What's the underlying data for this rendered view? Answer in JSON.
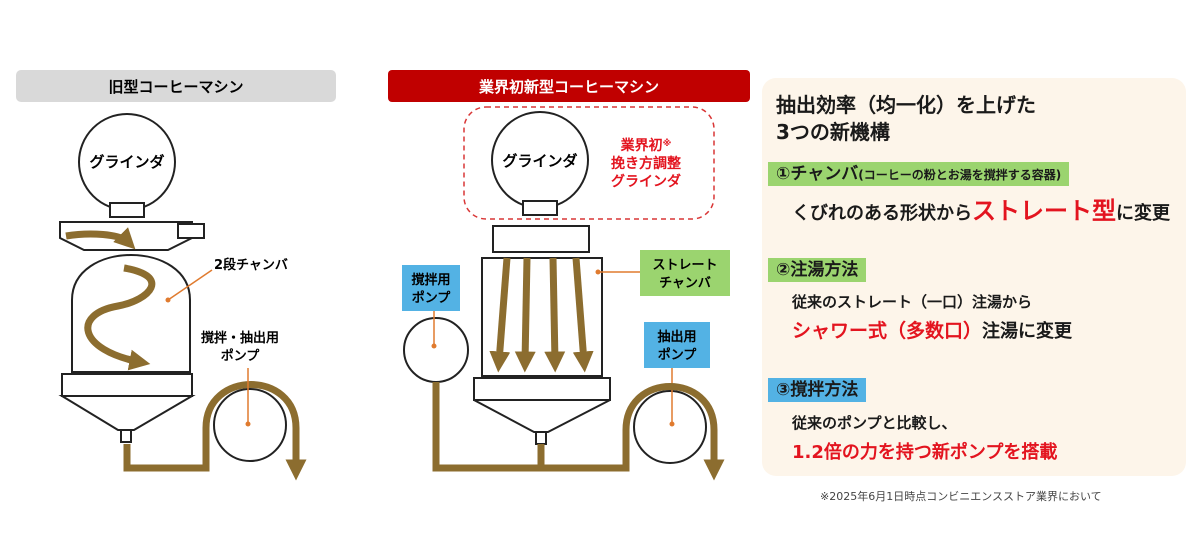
{
  "left_machine": {
    "header": "旧型コーヒーマシン",
    "grinder_label": "グラインダ",
    "chamber_label": "2段チャンバ",
    "pump_label_1": "撹拌・抽出用",
    "pump_label_2": "ポンプ"
  },
  "middle_machine": {
    "header": "業界初新型コーヒーマシン",
    "grinder_label": "グラインダ",
    "grinder_note_1": "業界初",
    "grinder_note_mark": "※",
    "grinder_note_2": "挽き方調整",
    "grinder_note_3": "グラインダ",
    "stir_pump_label_1": "撹拌用",
    "stir_pump_label_2": "ポンプ",
    "chamber_label_1": "ストレート",
    "chamber_label_2": "チャンバ",
    "extract_pump_label_1": "抽出用",
    "extract_pump_label_2": "ポンプ"
  },
  "panel": {
    "title_1": "抽出効率（均一化）を上げた",
    "title_2": "3つの新機構",
    "item1": {
      "tag": "①チャンバ",
      "tag_note": "(コーヒーの粉とお湯を撹拌する容器)",
      "line_pre": "くびれのある形状から",
      "line_highlight": "ストレート型",
      "line_post": "に変更"
    },
    "item2": {
      "tag": "②注湯方法",
      "line1": "従来のストレート（一口）注湯から",
      "line2_highlight": "シャワー式（多数口）",
      "line2_post": "注湯に変更"
    },
    "item3": {
      "tag": "③撹拌方法",
      "line1": "従来のポンプと比較し、",
      "line2_highlight": "1.2倍の力を持つ新ポンプを搭載"
    }
  },
  "footnote": "※2025年6月1日時点コンビニエンスストア業界において",
  "colors": {
    "old_header_bg": "#d9d9d9",
    "new_header_bg": "#c00000",
    "coffee_flow": "#8c6d2f",
    "leader_line": "#e07b2f",
    "highlight_red": "#e3141f",
    "tag_green": "#9bd46f",
    "tag_blue": "#53b2e4",
    "panel_bg": "#fdf5ea"
  }
}
